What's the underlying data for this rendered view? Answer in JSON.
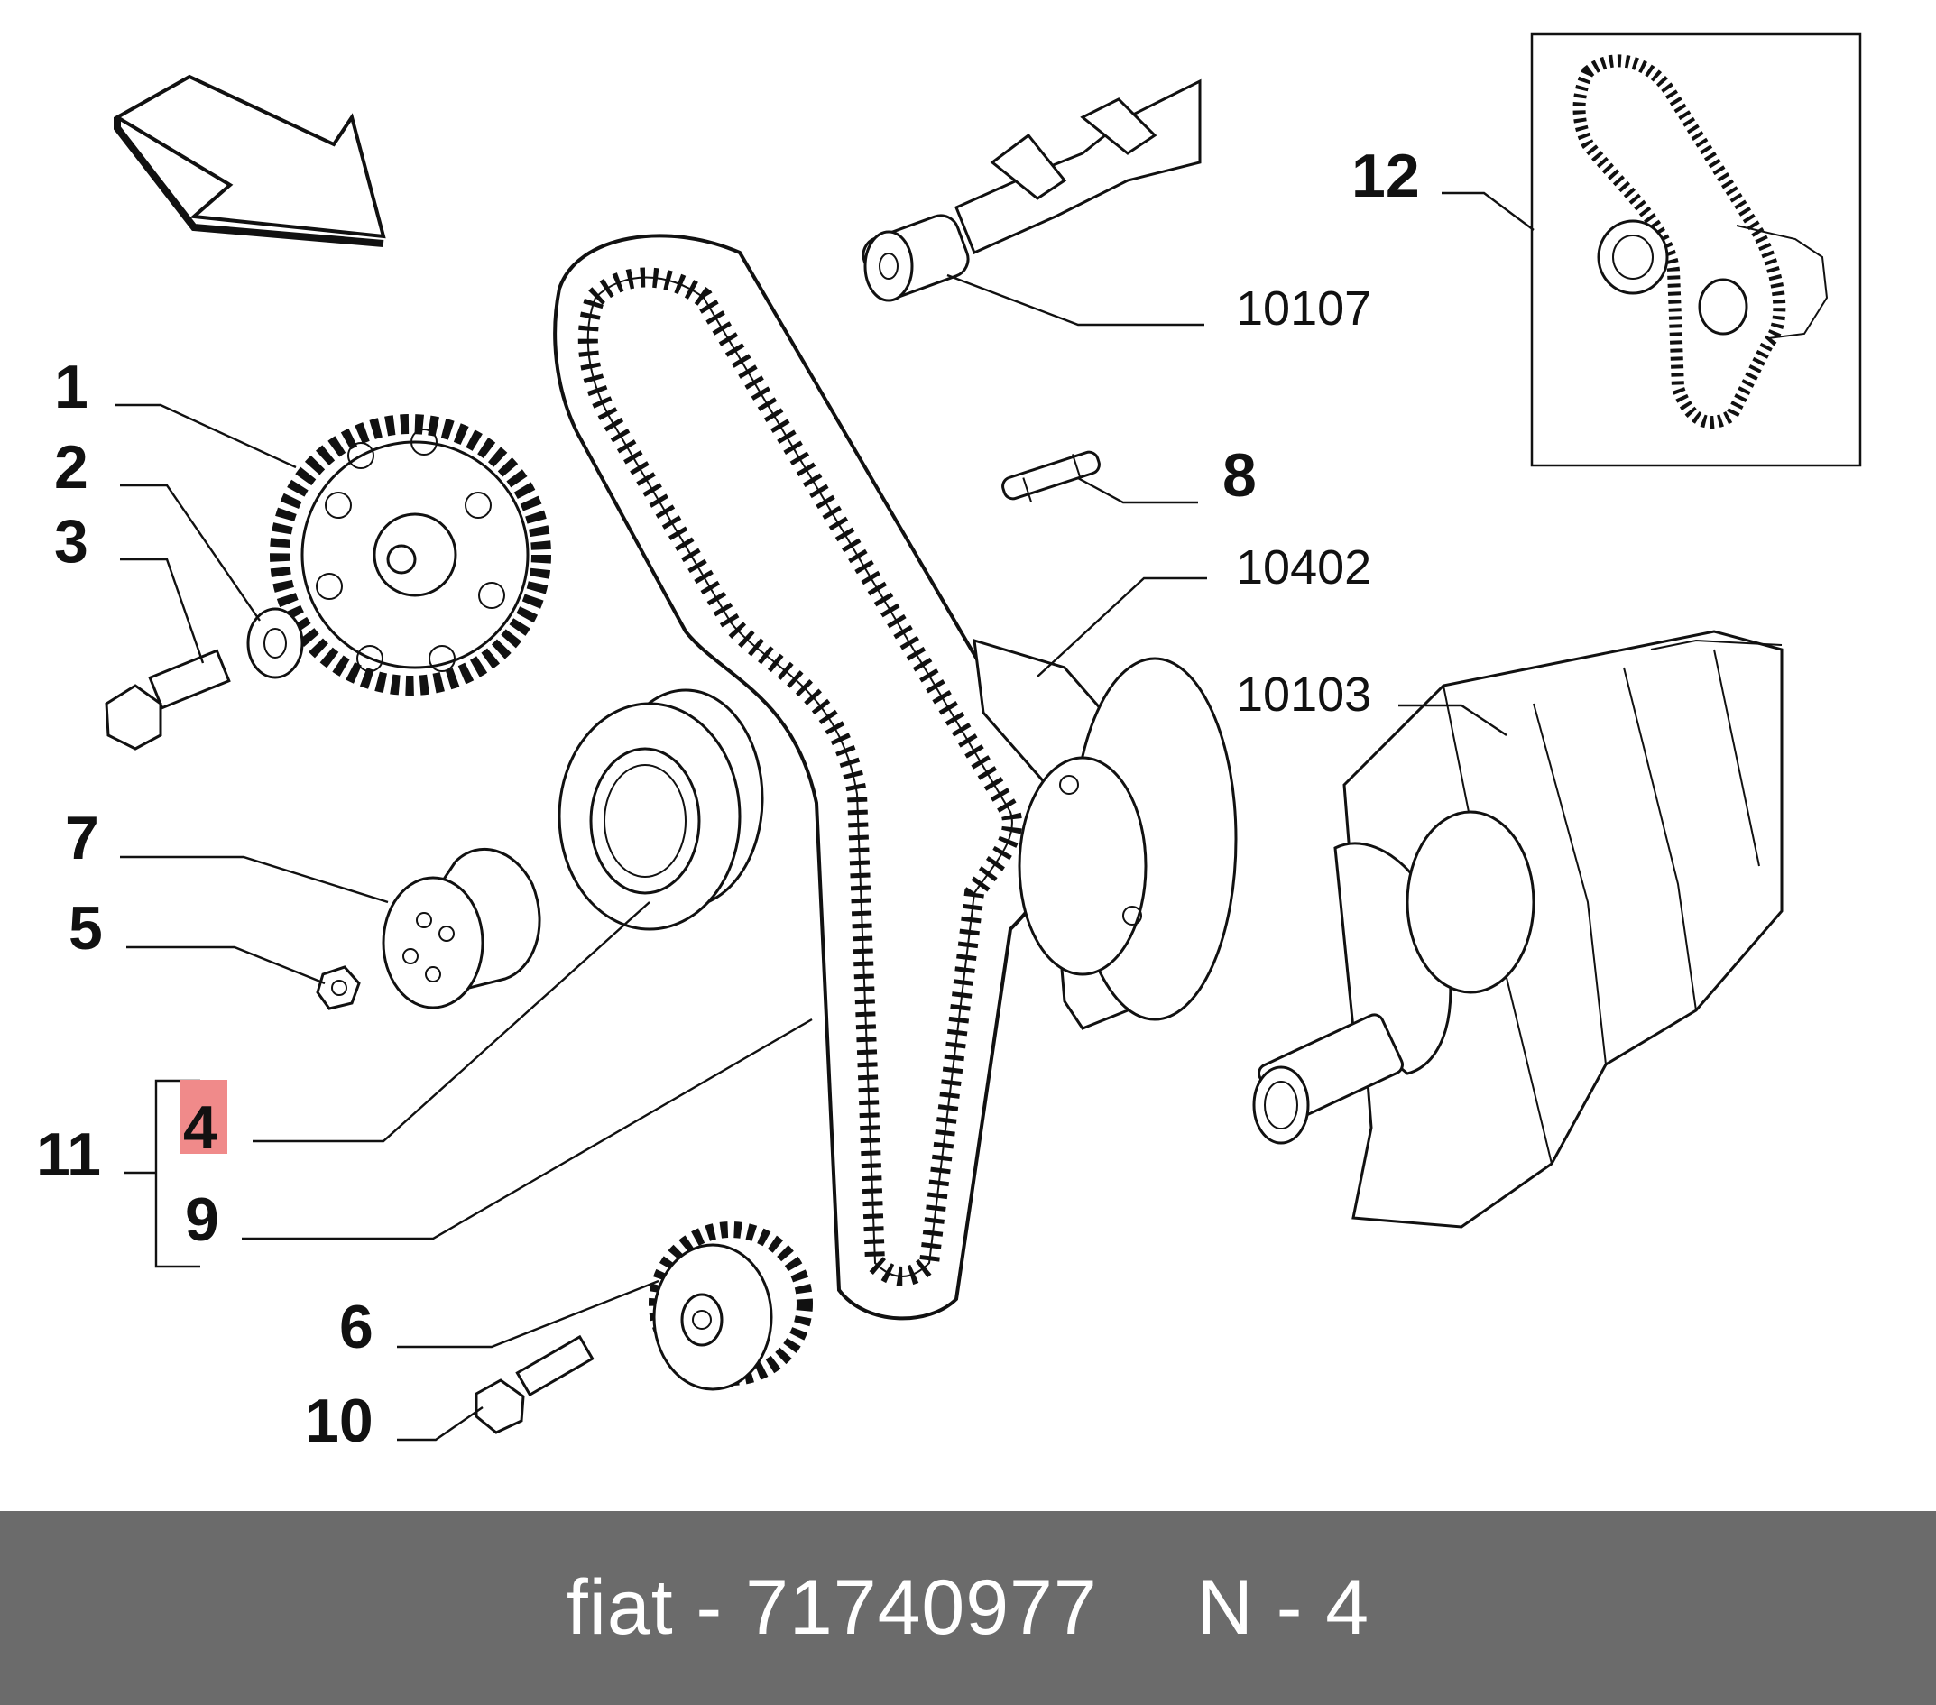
{
  "callouts": {
    "p1": "1",
    "p2": "2",
    "p3": "3",
    "p4": "4",
    "p5": "5",
    "p6": "6",
    "p7": "7",
    "p8": "8",
    "p9": "9",
    "p10": "10",
    "p11": "11",
    "p12": "12",
    "c10107": "10107",
    "c10402": "10402",
    "c10103": "10103"
  },
  "highlight_color": "#f08a8a",
  "highlight_text_color": "#c0141a",
  "footer": {
    "brand": "fiat",
    "part_number": "71740977",
    "position": "N - 4"
  }
}
